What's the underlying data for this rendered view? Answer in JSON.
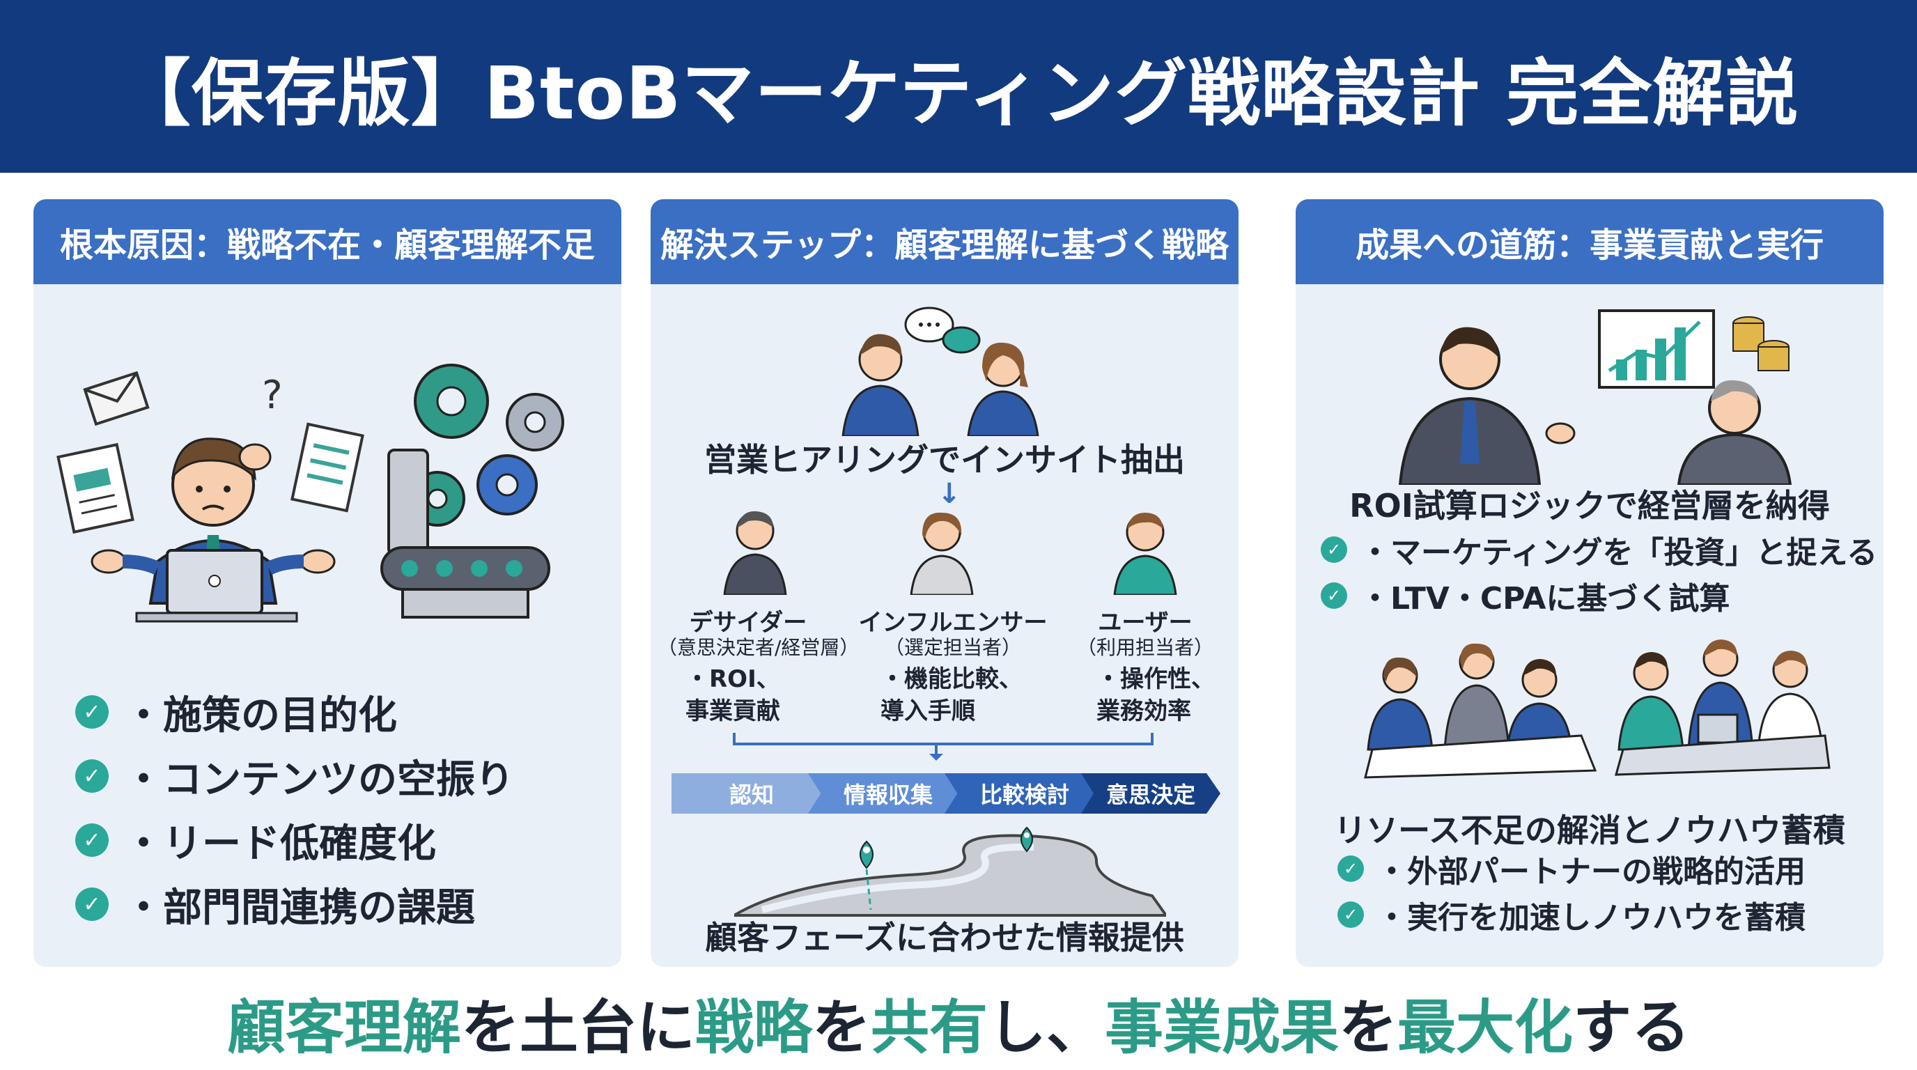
{
  "header": {
    "title": "【保存版】BtoBマーケティング戦略設計 完全解説"
  },
  "panels": {
    "cause": {
      "heading": "根本原因：戦略不在・顧客理解不足",
      "items": [
        "・施策の目的化",
        "・コンテンツの空振り",
        "・リード低確度化",
        "・部門間連携の課題"
      ]
    },
    "solution": {
      "heading": "解決ステップ：顧客理解に基づく戦略",
      "hearing_caption": "営業ヒアリングでインサイト抽出",
      "personas": [
        {
          "name": "デサイダー",
          "role": "（意思決定者/経営層）",
          "note_line1": "・ROI、",
          "note_line2": "事業貢献"
        },
        {
          "name": "インフルエンサー",
          "role": "（選定担当者）",
          "note_line1": "・機能比較、",
          "note_line2": "導入手順"
        },
        {
          "name": "ユーザー",
          "role": "（利用担当者）",
          "note_line1": "・操作性、",
          "note_line2": "業務効率"
        }
      ],
      "stages": [
        "認知",
        "情報収集",
        "比較検討",
        "意思決定"
      ],
      "journey_caption": "顧客フェーズに合わせた情報提供"
    },
    "result": {
      "heading": "成果への道筋：事業貢献と実行",
      "roi_caption": "ROI試算ロジックで経営層を納得",
      "roi_items": [
        "・マーケティングを「投資」と捉える",
        "・LTV・CPAに基づく試算"
      ],
      "resource_caption": "リソース不足の解消とノウハウ蓄積",
      "resource_items": [
        "・外部パートナーの戦略的活用",
        "・実行を加速しノウハウを蓄積"
      ]
    }
  },
  "tagline": {
    "parts": [
      {
        "text": "顧客理解",
        "highlight": true
      },
      {
        "text": "を土台に",
        "highlight": false
      },
      {
        "text": "戦略",
        "highlight": true
      },
      {
        "text": "を",
        "highlight": false
      },
      {
        "text": "共有",
        "highlight": true
      },
      {
        "text": "し、",
        "highlight": false
      },
      {
        "text": "事業成果",
        "highlight": true
      },
      {
        "text": "を",
        "highlight": false
      },
      {
        "text": "最大化",
        "highlight": true
      },
      {
        "text": "する",
        "highlight": false
      }
    ]
  },
  "colors": {
    "title_bg": "#123a7e",
    "panel_header": "#3a6fc3",
    "panel_bg": "#eaf0f7",
    "accent_teal": "#2aa89a",
    "text_dark": "#1d2533"
  },
  "icons": [
    "check-icon",
    "gear-icon",
    "envelope-icon",
    "document-icon",
    "laptop-icon",
    "speech-bubble-icon",
    "chart-icon",
    "coins-icon",
    "map-pin-icon",
    "arrow-down-icon"
  ]
}
